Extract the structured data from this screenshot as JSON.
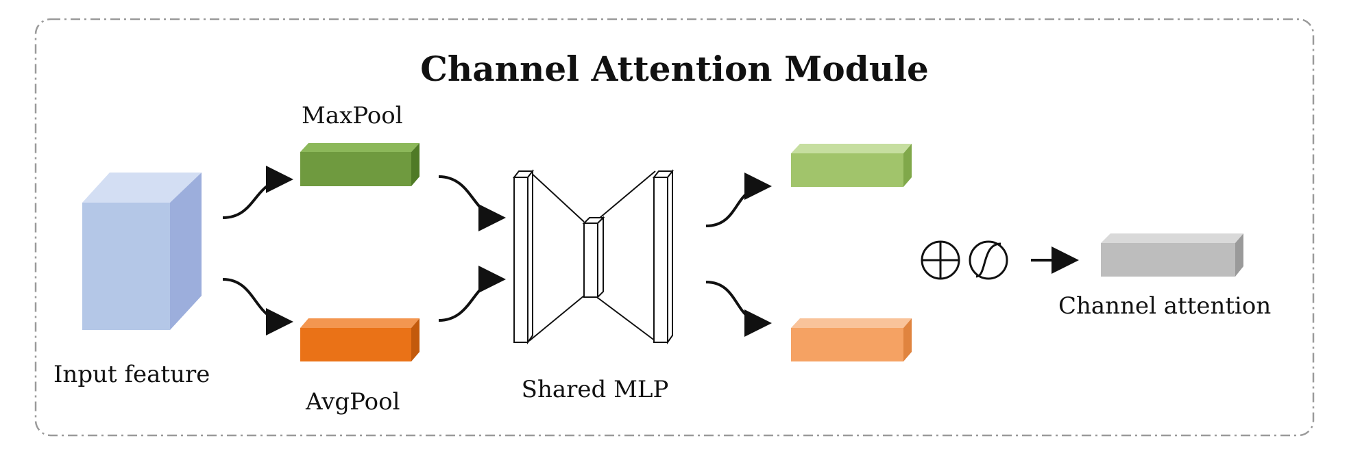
{
  "title": "Channel Attention Module",
  "labels": {
    "input_feature": "Input feature",
    "maxpool": "MaxPool",
    "avgpool": "AvgPool",
    "shared_mlp": "Shared MLP",
    "channel_attention": "Channel attention"
  },
  "symbols": {
    "sum": "element-wise-sum-icon",
    "sigmoid": "sigmoid-icon"
  },
  "colors": {
    "input_front": "#b4c7e7",
    "input_top": "#d3def3",
    "input_side": "#9caedc",
    "maxpool_front": "#6f9a3f",
    "maxpool_top": "#8cb85a",
    "maxpool_side": "#4f7a26",
    "avgpool_front": "#ea7217",
    "avgpool_top": "#f39650",
    "avgpool_side": "#c35a0c",
    "out_green_front": "#a1c46b",
    "out_green_top": "#c6dea0",
    "out_green_side": "#80a84a",
    "out_orange_front": "#f5a263",
    "out_orange_top": "#f9c39a",
    "out_orange_side": "#e0843f",
    "attention_front": "#bdbdbd",
    "attention_top": "#d9d9d9",
    "attention_side": "#9a9a9a",
    "border": "#9a9a9a",
    "stroke": "#111111"
  }
}
